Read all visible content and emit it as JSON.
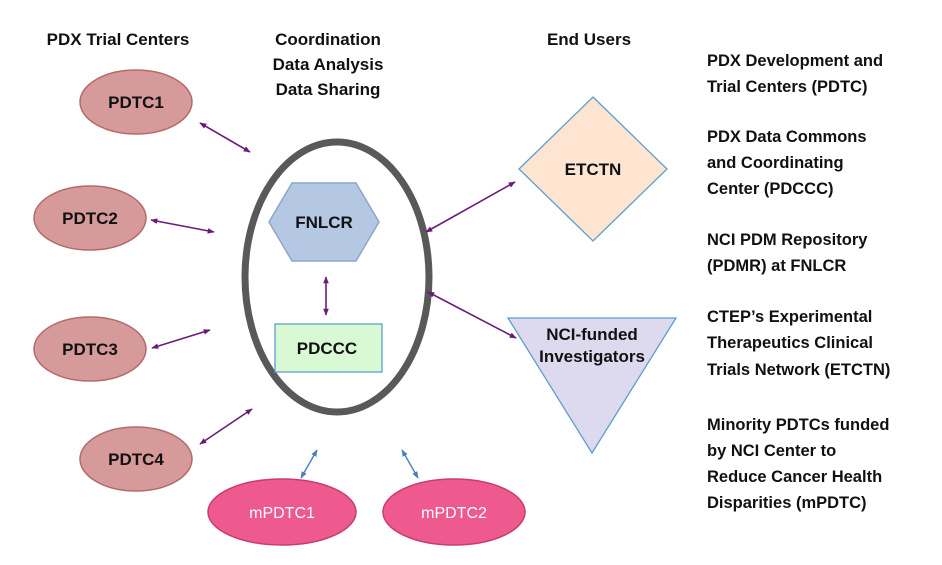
{
  "headers": {
    "trial_centers": "PDX Trial Centers",
    "coordination": [
      "Coordination",
      "Data Analysis",
      "Data Sharing"
    ],
    "end_users": "End Users"
  },
  "nodes": {
    "pdtc1": "PDTC1",
    "pdtc2": "PDTC2",
    "pdtc3": "PDTC3",
    "pdtc4": "PDTC4",
    "fnlcr": "FNLCR",
    "pdccc": "PDCCC",
    "mpdtc1": "mPDTC1",
    "mpdtc2": "mPDTC2",
    "etctn": "ETCTN",
    "nci_funded": [
      "NCI-funded",
      "Investigators"
    ]
  },
  "legend": [
    [
      "PDX Development and",
      "Trial Centers (PDTC)"
    ],
    [
      "PDX Data Commons",
      "and Coordinating",
      "Center (PDCCC)"
    ],
    [
      "NCI PDM Repository",
      "(PDMR) at FNLCR"
    ],
    [
      "CTEP’s Experimental",
      "Therapeutics Clinical",
      "Trials Network (ETCTN)"
    ],
    [
      "Minority PDTCs funded",
      "by NCI Center to",
      "Reduce Cancer Health",
      "Disparities (mPDTC)"
    ]
  ],
  "colors": {
    "pdtc_fill": "#d79a9a",
    "pdtc_stroke": "#b56a6a",
    "mpdtc_fill": "#ee5a8e",
    "fnlcr_fill": "#b4c8e4",
    "pdccc_fill": "#d9f8d4",
    "etctn_fill": "#fde5d2",
    "nci_fill": "#ddd9ee",
    "arrow_purple": "#6a1b7a",
    "arrow_blue": "#4a7ec0",
    "ring": "#595959"
  }
}
